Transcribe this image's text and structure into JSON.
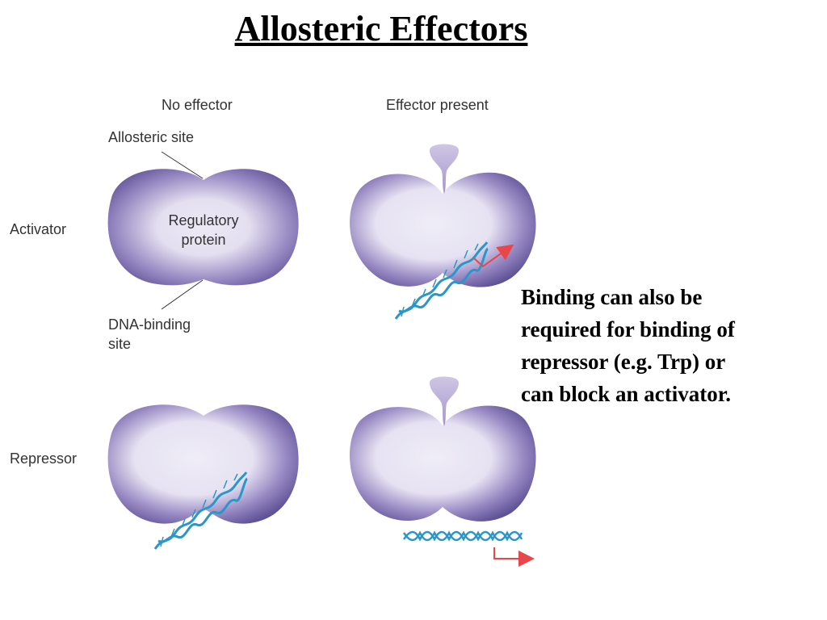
{
  "title": "Allosteric Effectors",
  "columns": {
    "no_effector": "No effector",
    "effector_present": "Effector present"
  },
  "rows": {
    "activator": "Activator",
    "repressor": "Repressor"
  },
  "callouts": {
    "allosteric_site": "Allosteric site",
    "dna_binding_site_line1": "DNA-binding",
    "dna_binding_site_line2": "site"
  },
  "protein_label": {
    "line1": "Regulatory",
    "line2": "protein"
  },
  "side_text": {
    "line1": "Binding can also be",
    "line2": "required for binding of",
    "line3": "repressor (e.g. Trp) or",
    "line4": "can block an activator."
  },
  "colors": {
    "protein_dark": "#6a5b9c",
    "protein_light": "#e9e6f3",
    "effector": "#b8acd4",
    "dna": "#2b96c8",
    "arrow": "#e8464a"
  }
}
